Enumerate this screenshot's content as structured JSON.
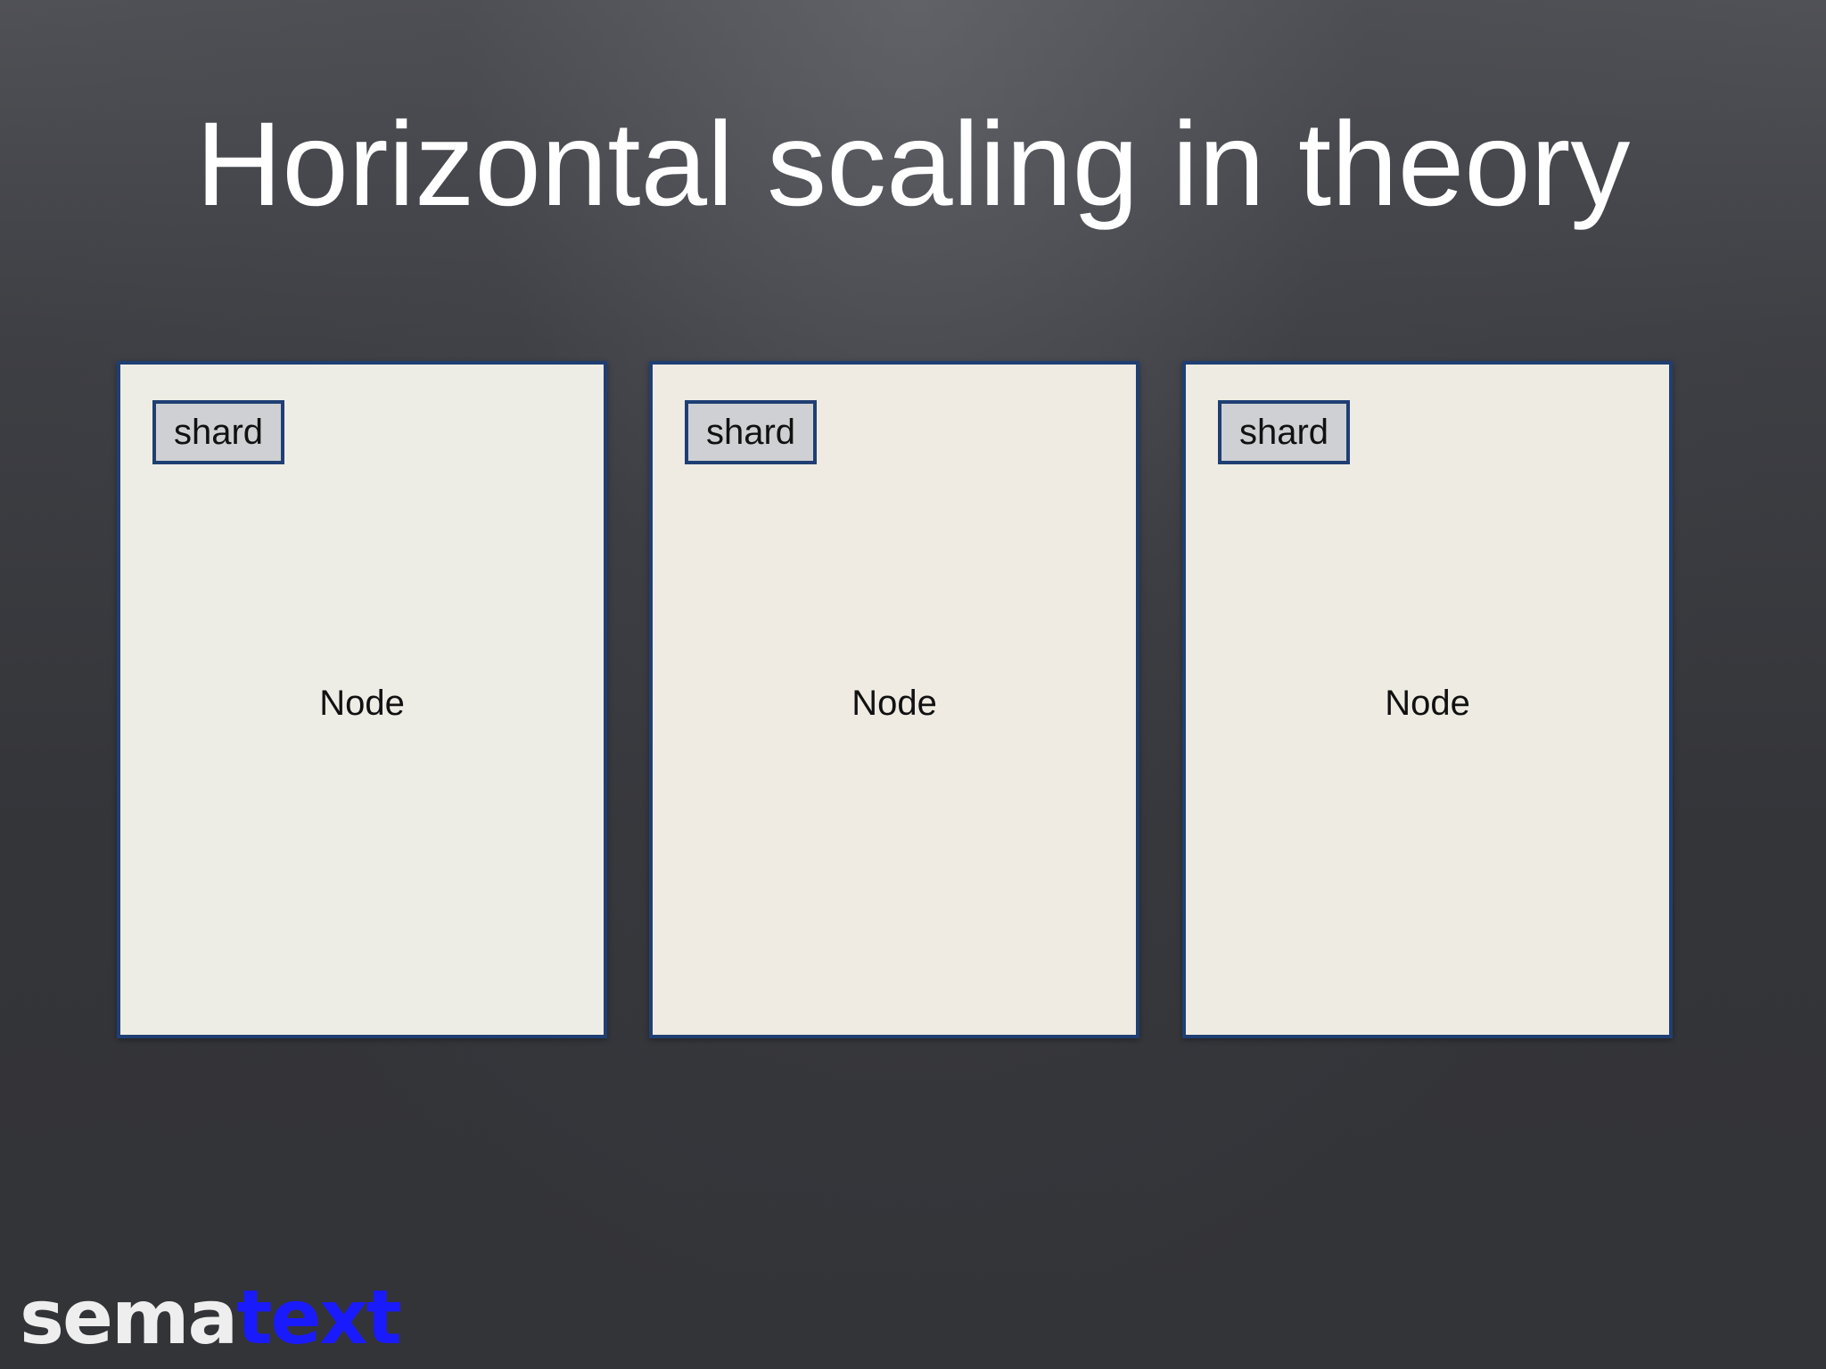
{
  "slide": {
    "title": "Horizontal scaling in theory"
  },
  "nodes": [
    {
      "label": "Node",
      "shard_label": "shard"
    },
    {
      "label": "Node",
      "shard_label": "shard"
    },
    {
      "label": "Node",
      "shard_label": "shard"
    }
  ],
  "logo": {
    "part1": "sema",
    "part2": "text"
  },
  "colors": {
    "border": "#1f3f73",
    "logo_accent": "#1a1aff"
  }
}
